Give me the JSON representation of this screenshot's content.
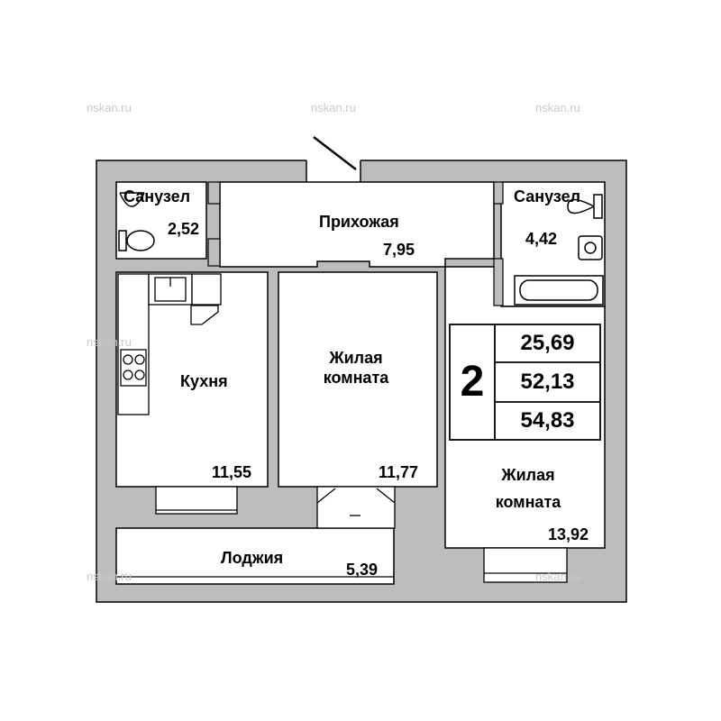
{
  "watermark": "nskan.ru",
  "rooms": {
    "bath1": {
      "name": "Санузел",
      "area": "2,52"
    },
    "hall": {
      "name": "Прихожая",
      "area": "7,95"
    },
    "bath2": {
      "name": "Санузел",
      "area": "4,42"
    },
    "kitchen": {
      "name": "Кухня",
      "area": "11,55"
    },
    "living1": {
      "name_line1": "Жилая",
      "name_line2": "комната",
      "area": "11,77"
    },
    "living2": {
      "name_line1": "Жилая",
      "name_line2": "комната",
      "area": "13,92"
    },
    "loggia": {
      "name": "Лоджия",
      "area": "5,39"
    }
  },
  "summary": {
    "rooms_count": "2",
    "living_area": "25,69",
    "total_area": "52,13",
    "total_with_loggia": "54,83"
  },
  "colors": {
    "wall": "#bdbdbd",
    "stroke": "#000000",
    "background": "#ffffff"
  }
}
